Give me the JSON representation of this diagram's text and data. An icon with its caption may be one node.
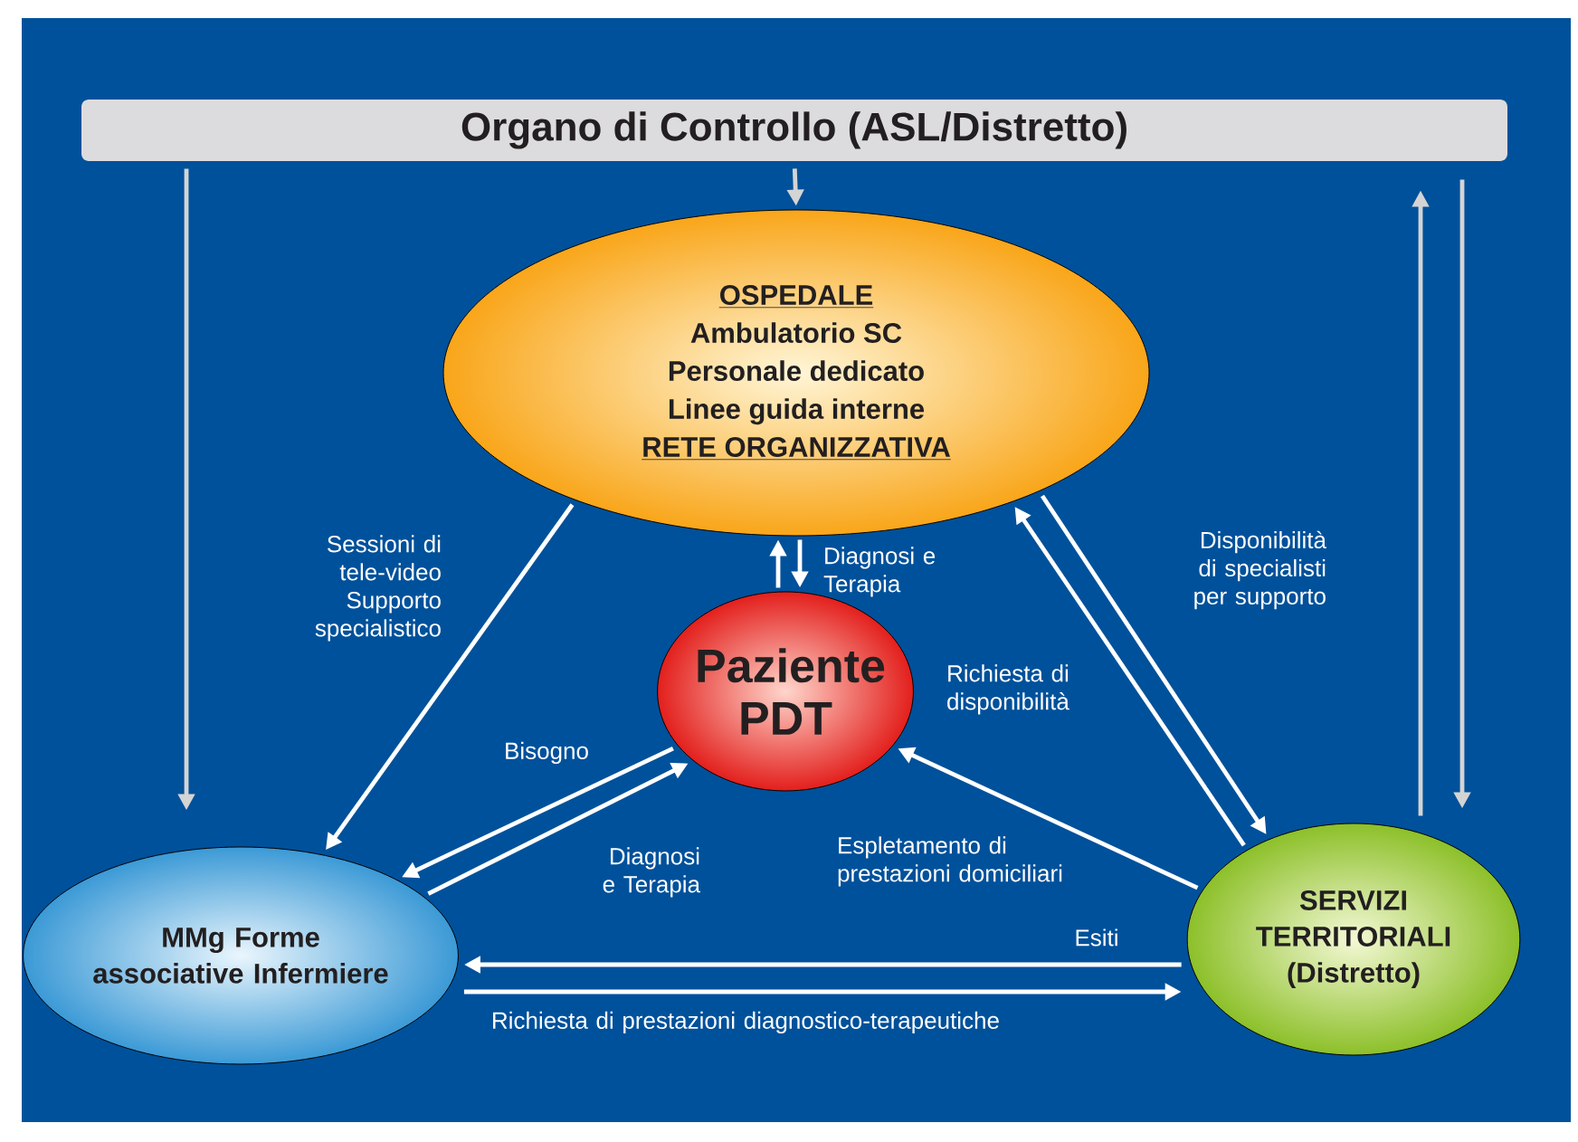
{
  "diagram": {
    "nodes": [
      {
        "text": [
          "Organo di Controllo (ASL/Distretto)"
        ]
      },
      {
        "text": [
          "OSPEDALE",
          "Ambulatorio SC",
          "Personale dedicato",
          "Linee guida interne",
          "RETE ORGANIZZATIVA"
        ]
      },
      {
        "text": [
          "Paziente PDT"
        ]
      },
      {
        "text": [
          "MMg Forme associative Infermiere"
        ]
      },
      {
        "text": [
          "SERVIZI TERRITORIALI (Distretto)"
        ]
      }
    ],
    "edges": [
      {
        "from": 0,
        "to": 3,
        "arrow": "to",
        "color": "#d4d4d4"
      },
      {
        "from": 0,
        "to": 1,
        "arrow": "to",
        "color": "#d4d4d4"
      },
      {
        "from": 4,
        "to": 0,
        "arrow": "to",
        "color": "#d4d4d4"
      },
      {
        "from": 0,
        "to": 4,
        "arrow": "to",
        "color": "#d4d4d4"
      },
      {
        "from": 1,
        "to": 3,
        "arrow": "to",
        "label": "Sessioni di tele-video Supporto specialistico"
      },
      {
        "from": 2,
        "to": 1,
        "arrow": "to"
      },
      {
        "from": 1,
        "to": 2,
        "arrow": "to",
        "label": "Diagnosi e Terapia"
      },
      {
        "from": 1,
        "to": 4,
        "arrow": "to",
        "label": "Disponibilità di specialisti per supporto"
      },
      {
        "from": 4,
        "to": 1,
        "arrow": "to",
        "label": "Richiesta di disponibilità"
      },
      {
        "from": 2,
        "to": 3,
        "arrow": "to",
        "label": "Bisogno"
      },
      {
        "from": 3,
        "to": 2,
        "arrow": "to",
        "label": "Diagnosi e Terapia"
      },
      {
        "from": 4,
        "to": 2,
        "arrow": "to",
        "label": "Espletamento di prestazioni domiciliari"
      },
      {
        "from": 4,
        "to": 3,
        "arrow": "to",
        "label": "Esiti"
      },
      {
        "from": 3,
        "to": 4,
        "arrow": "to",
        "label": "Richiesta di prestazioni diagnostico-terapeutiche"
      }
    ]
  }
}
